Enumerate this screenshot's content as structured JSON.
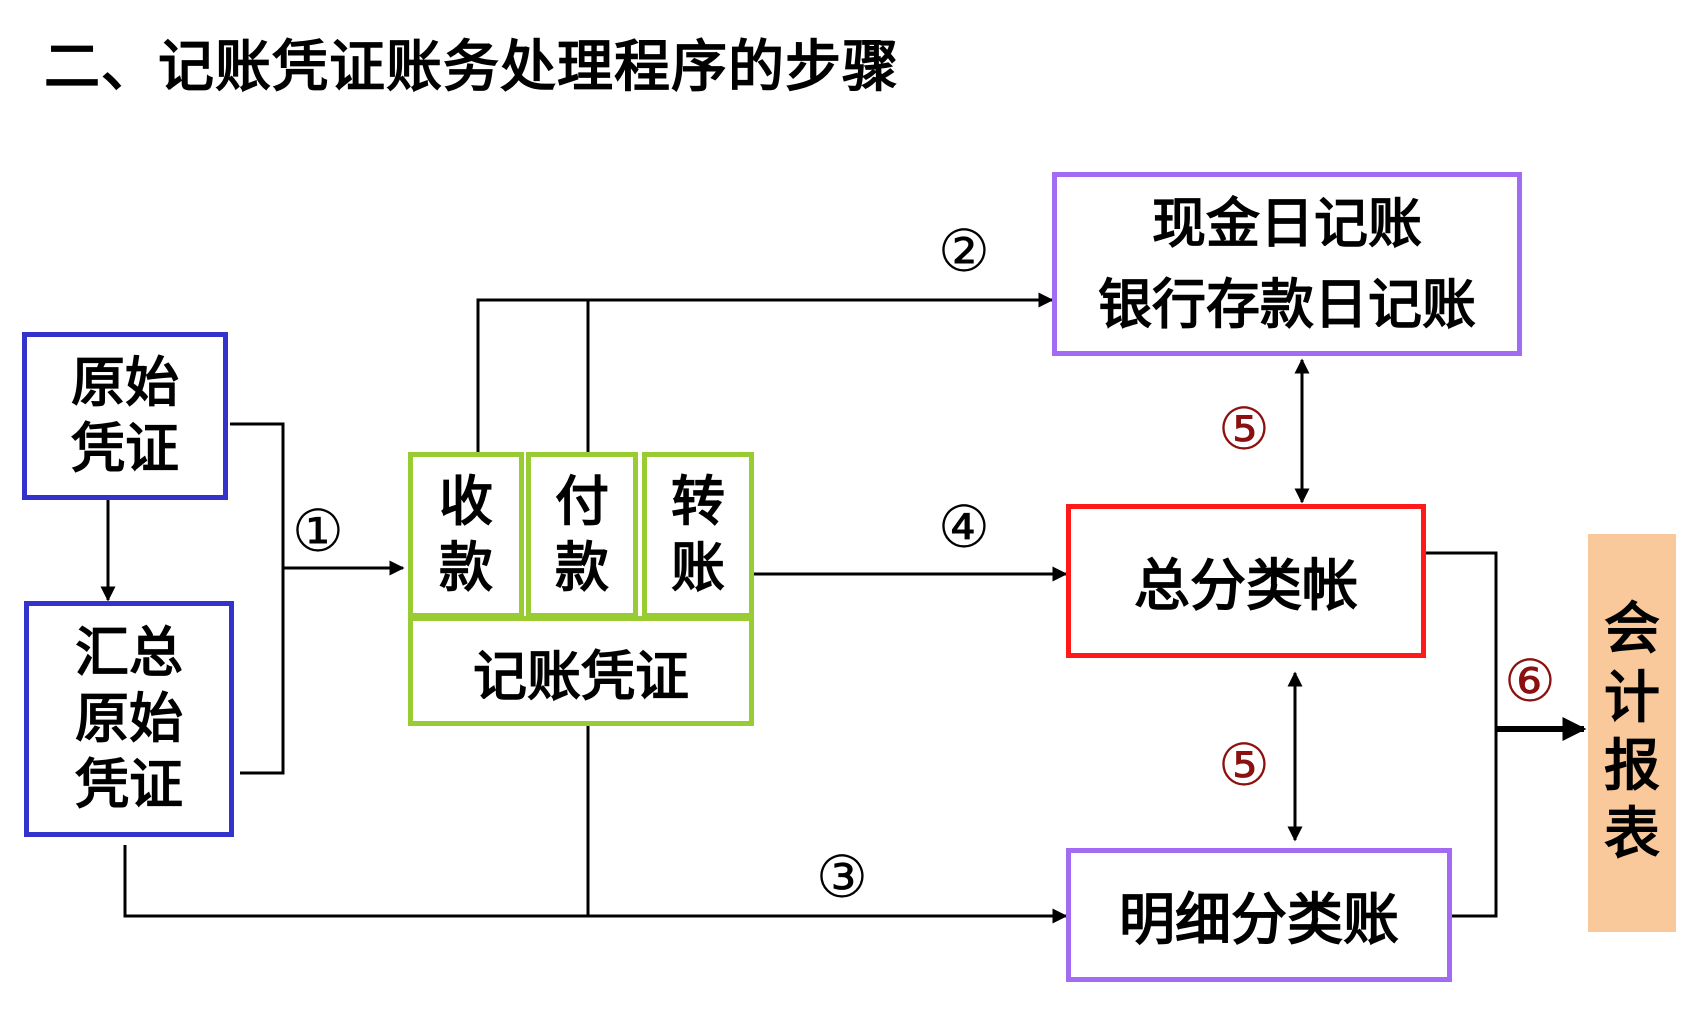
{
  "title": "二、记账凭证账务处理程序的步骤",
  "nodes": {
    "original_voucher": [
      "原始",
      "凭证"
    ],
    "summary_voucher": [
      "汇总",
      "原始",
      "凭证"
    ],
    "receipt": [
      "收",
      "款"
    ],
    "payment": [
      "付",
      "款"
    ],
    "transfer": [
      "转",
      "账"
    ],
    "voucher_label": "记账凭证",
    "journals": [
      "现金日记账",
      "银行存款日记账"
    ],
    "general_ledger": "总分类帐",
    "subsidiary_ledger": "明细分类账",
    "report": [
      "会",
      "计",
      "报",
      "表"
    ]
  },
  "steps": {
    "s1": "①",
    "s2": "②",
    "s3": "③",
    "s4": "④",
    "s5a": "⑤",
    "s5b": "⑤",
    "s6": "⑥"
  },
  "colors": {
    "source_border": "#3333cc",
    "voucher_border": "#99cc33",
    "journal_border": "#a36bf2",
    "ledger_border": "#ff1a1a",
    "report_fill": "#f9c99b",
    "step_accent": "#8b1010"
  }
}
